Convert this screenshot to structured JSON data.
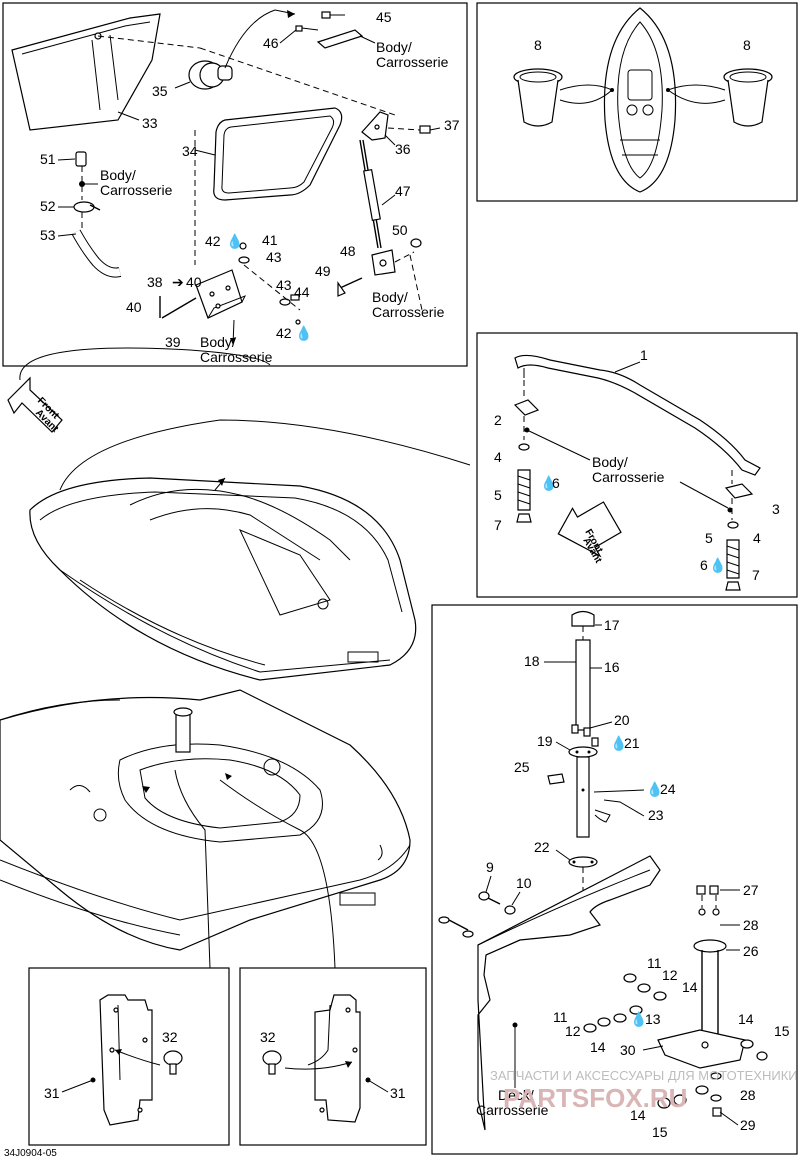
{
  "labels": {
    "n1": "1",
    "n2": "2",
    "n3": "3",
    "n4a": "4",
    "n4b": "4",
    "n5a": "5",
    "n5b": "5",
    "n6a": "6",
    "n6b": "6",
    "n7a": "7",
    "n7b": "7",
    "n8a": "8",
    "n8b": "8",
    "n9": "9",
    "n10": "10",
    "n11a": "11",
    "n11b": "11",
    "n12a": "12",
    "n12b": "12",
    "n13": "13",
    "n14a": "14",
    "n14b": "14",
    "n14c": "14",
    "n14d": "14",
    "n15a": "15",
    "n15b": "15",
    "n16": "16",
    "n17": "17",
    "n18": "18",
    "n19": "19",
    "n20": "20",
    "n21": "21",
    "n22": "22",
    "n23": "23",
    "n24": "24",
    "n25": "25",
    "n26": "26",
    "n27": "27",
    "n28a": "28",
    "n28b": "28",
    "n29": "29",
    "n30": "30",
    "n31a": "31",
    "n31b": "31",
    "n32a": "32",
    "n32b": "32",
    "n33": "33",
    "n34": "34",
    "n35": "35",
    "n36": "36",
    "n37": "37",
    "n38": "38",
    "n39": "39",
    "n40a": "40",
    "n40b": "40",
    "n41": "41",
    "n42a": "42",
    "n42b": "42",
    "n43a": "43",
    "n43b": "43",
    "n44": "44",
    "n45": "45",
    "n46": "46",
    "n47": "47",
    "n48": "48",
    "n49": "49",
    "n50": "50",
    "n51": "51",
    "n52": "52",
    "n53": "53"
  },
  "body_notes": {
    "body": "Body/",
    "carrosserie": "Carrosserie",
    "deck": "Deck/"
  },
  "front_arrow": {
    "front": "Front",
    "avant": "Avant"
  },
  "ref_code": "34J0904-05",
  "watermark": {
    "line1": "ЗАПЧАСТИ И АКСЕССУАРЫ ДЛЯ МОТОТЕХНИКИ",
    "line2": "PARTSFOX.RU"
  }
}
